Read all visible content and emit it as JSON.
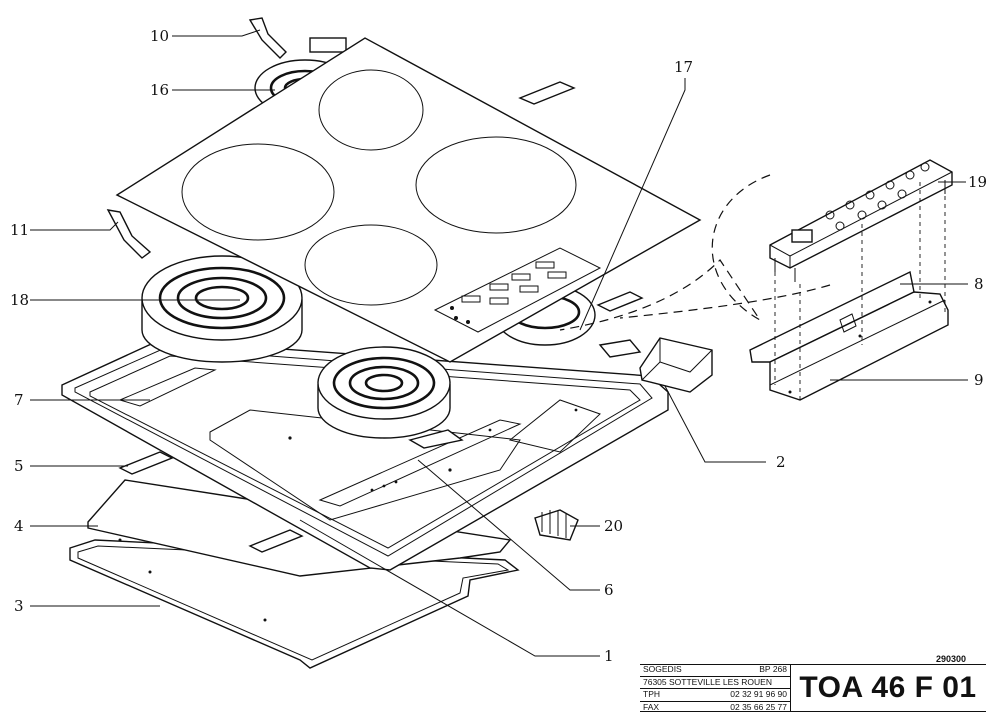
{
  "callouts": [
    {
      "id": "c10",
      "text": "10"
    },
    {
      "id": "c16",
      "text": "16"
    },
    {
      "id": "c17",
      "text": "17"
    },
    {
      "id": "c19",
      "text": "19"
    },
    {
      "id": "c11",
      "text": "11"
    },
    {
      "id": "c18",
      "text": "18"
    },
    {
      "id": "c8",
      "text": "8"
    },
    {
      "id": "c9",
      "text": "9"
    },
    {
      "id": "c7",
      "text": "7"
    },
    {
      "id": "c5",
      "text": "5"
    },
    {
      "id": "c2",
      "text": "2"
    },
    {
      "id": "c4",
      "text": "4"
    },
    {
      "id": "c20",
      "text": "20"
    },
    {
      "id": "c3",
      "text": "3"
    },
    {
      "id": "c6",
      "text": "6"
    },
    {
      "id": "c1",
      "text": "1"
    }
  ],
  "title_block": {
    "company": "SOGEDIS",
    "po_box": "BP 268",
    "address": "76305  SOTTEVILLE LES ROUEN",
    "tel_label": "TPH",
    "tel": "02 32 91 96 90",
    "fax_label": "FAX",
    "fax": "02 35 66 25 77",
    "reference": "TOA 46 F 01",
    "code": "290300"
  }
}
